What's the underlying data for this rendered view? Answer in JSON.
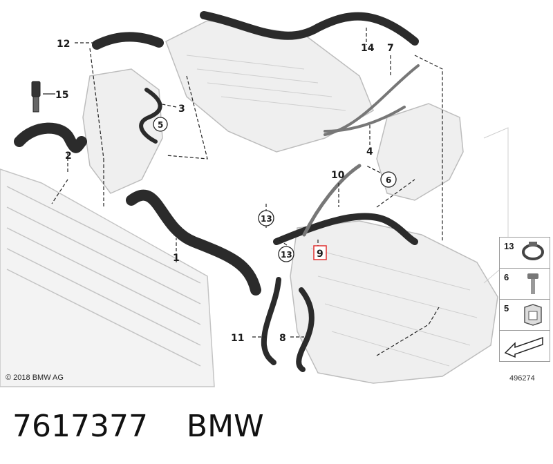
{
  "callouts": {
    "c1": "1",
    "c2": "2",
    "c3": "3",
    "c4": "4",
    "c5": "5",
    "c6": "6",
    "c7": "7",
    "c8": "8",
    "c9": "9",
    "c10": "10",
    "c11": "11",
    "c12": "12",
    "c13a": "13",
    "c13b": "13",
    "c14": "14",
    "c15": "15"
  },
  "legend": [
    {
      "label": "13",
      "icon": "hose-clamp-icon"
    },
    {
      "label": "6",
      "icon": "bolt-icon"
    },
    {
      "label": "5",
      "icon": "cable-holder-icon"
    },
    {
      "label": "",
      "icon": "arrow-left-icon"
    }
  ],
  "footer": {
    "copyright": "© 2018 BMW AG",
    "diagram_id": "496274"
  },
  "caption": {
    "part_number": "7617377",
    "brand": "BMW"
  },
  "colors": {
    "hose": "#2b2b2b",
    "ghost": "#c8c8c8",
    "highlight": "#e03030"
  }
}
